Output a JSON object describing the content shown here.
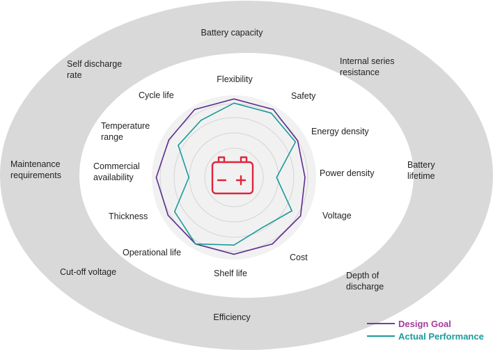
{
  "outer_ring_labels": [
    "Battery capacity",
    "Internal series resistance",
    "Battery lifetime",
    "Depth of discharge",
    "Efficiency",
    "Cut-off voltage",
    "Maintenance requirements",
    "Self discharge rate"
  ],
  "chart_data": {
    "type": "radar",
    "axes": [
      "Flexibility",
      "Safety",
      "Energy density",
      "Power density",
      "Voltage",
      "Cost",
      "Shelf life",
      "Operational life",
      "Thickness",
      "Commercial availability",
      "Temperature range",
      "Cycle life"
    ],
    "range": [
      0,
      100
    ],
    "series": [
      {
        "name": "Design Goal",
        "color": "#5b2d8e",
        "values": [
          94,
          94,
          88,
          85,
          92,
          92,
          92,
          92,
          91,
          93,
          90,
          94
        ]
      },
      {
        "name": "Actual Performance",
        "color": "#1a9a9a",
        "values": [
          89,
          89,
          85,
          51,
          80,
          69,
          81,
          92,
          82,
          54,
          77,
          79
        ]
      }
    ]
  },
  "legend": {
    "design": "Design Goal",
    "actual": "Actual Performance",
    "design_text_color": "#a23c9a",
    "actual_text_color": "#1a9a9a"
  },
  "center_icon": "battery-icon",
  "icon_color": "#e0243c"
}
